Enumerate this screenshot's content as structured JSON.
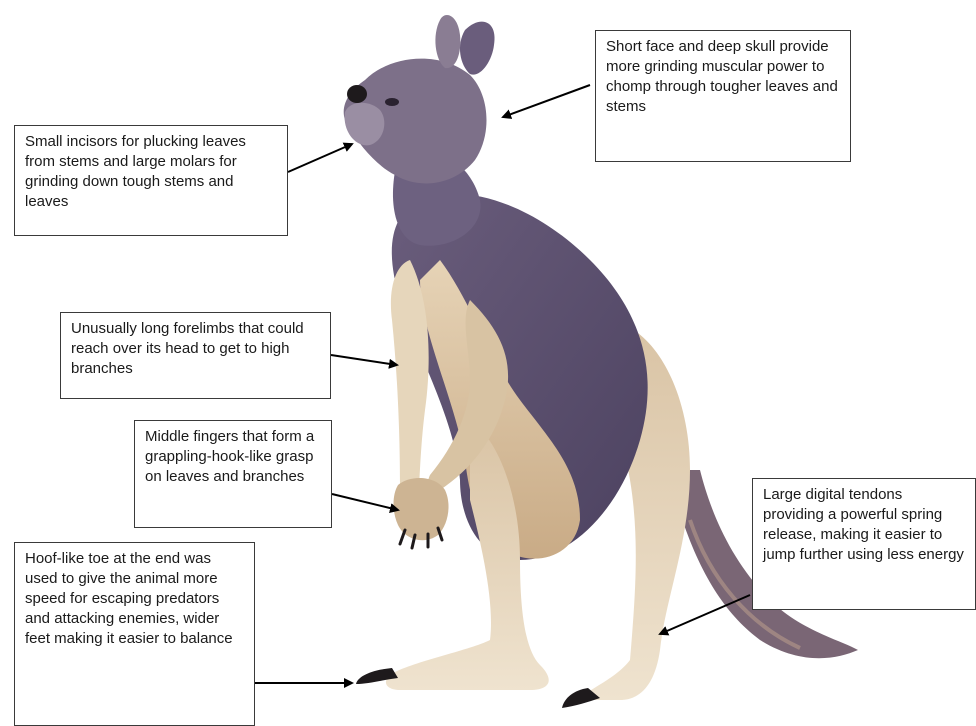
{
  "colors": {
    "fur_dark": "#5b4f6e",
    "fur_mid": "#7d7089",
    "fur_light": "#e2cfb0",
    "fur_tan": "#c8a780",
    "claw": "#1e1a1c",
    "box_border": "#3a3a3a",
    "arrow": "#000000"
  },
  "callouts": {
    "skull": "Short face and deep skull provide more grinding muscular power to chomp through tougher leaves and stems",
    "teeth": "Small incisors for plucking leaves from stems and large molars for grinding down tough stems and leaves",
    "forelimbs": "Unusually long forelimbs that could reach over its head to get to high branches",
    "fingers": "Middle fingers that form a grappling-hook-like grasp on leaves and branches",
    "tendons": "Large digital tendons providing a powerful spring release, making it easier to jump further using less energy",
    "toe": "Hoof-like toe at the end was used to give the animal more speed for escaping predators and attacking enemies, wider feet making it easier to balance"
  }
}
